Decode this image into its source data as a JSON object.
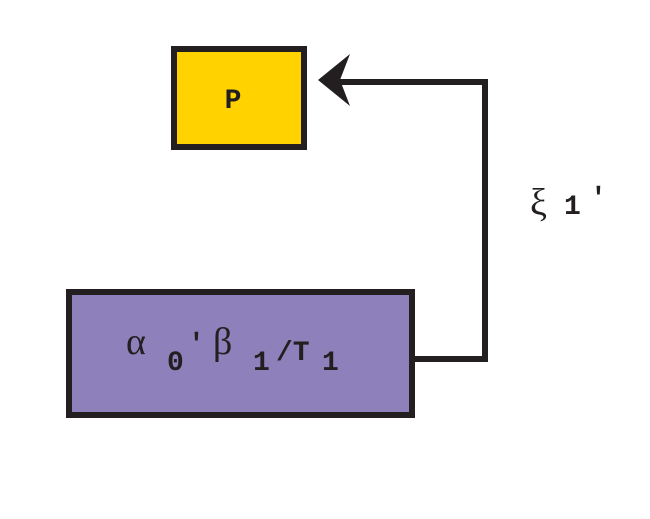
{
  "colors": {
    "p_box_fill": "#FFD200",
    "source_box_fill": "#8E80BA",
    "stroke": "#231F20",
    "background": "#FFFFFF"
  },
  "nodes": {
    "p": {
      "label": "P"
    },
    "source": {
      "alpha": "α",
      "alpha_sub": "0",
      "prime1": "'",
      "beta": "β",
      "beta_sub": "1",
      "slash": "/T",
      "t_sub": "1"
    }
  },
  "edge": {
    "xi": "ξ",
    "xi_sub": "1",
    "prime": "'"
  }
}
